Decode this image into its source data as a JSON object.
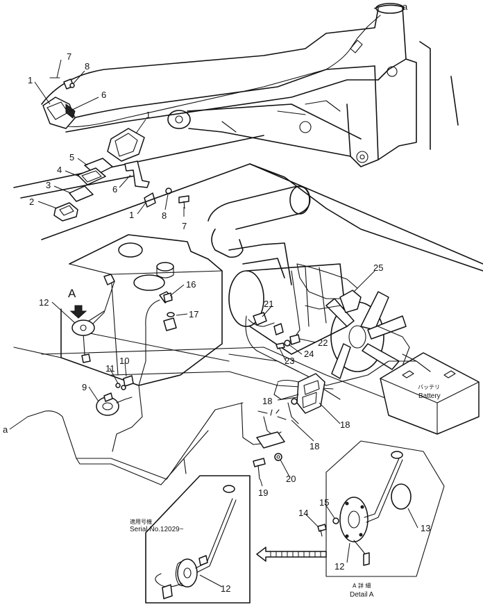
{
  "callouts": {
    "n1a": "1",
    "n1b": "1",
    "n1c": "1",
    "n2": "2",
    "n3": "3",
    "n4": "4",
    "n5": "5",
    "n6a": "6",
    "n6b": "6",
    "n7a": "7",
    "n7b": "7",
    "n8a": "8",
    "n8b": "8",
    "n9": "9",
    "n10": "10",
    "n11": "11",
    "n12a": "12",
    "n12b": "12",
    "n12c": "12",
    "n13": "13",
    "n14": "14",
    "n15": "15",
    "n16": "16",
    "n17": "17",
    "n18a": "18",
    "n18b": "18",
    "n18c": "18",
    "n19": "19",
    "n20": "20",
    "n21": "21",
    "n22": "22",
    "n23": "23",
    "n24": "24",
    "n25": "25"
  },
  "refs": {
    "a_top": "a",
    "a_left": "a",
    "view_A": "A"
  },
  "battery": {
    "jp": "バッテリ",
    "en": "Battery"
  },
  "serial": {
    "jp": "適用号機",
    "en": "Serial No.12029~"
  },
  "detail": {
    "jp": "A 詳 細",
    "en": "Detail A"
  }
}
